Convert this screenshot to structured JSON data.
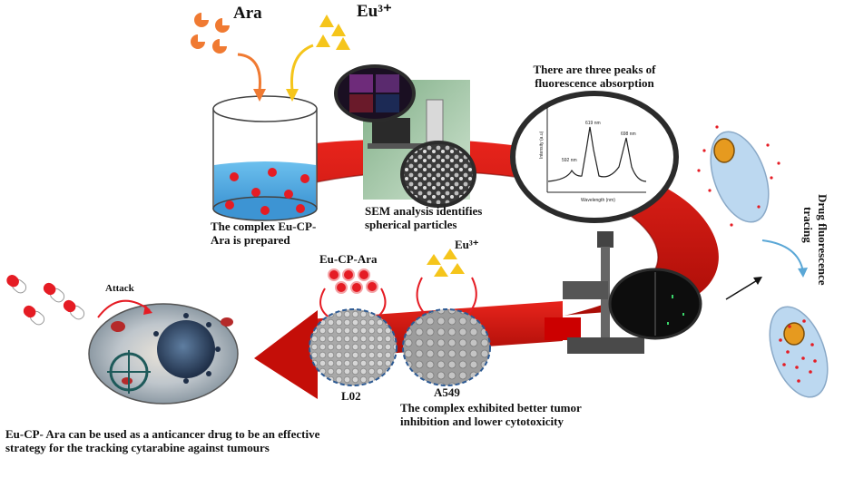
{
  "labels": {
    "ara": "Ara",
    "eu_top": "Eu³⁺",
    "complex_prepared": "The complex Eu-CP-Ara is prepared",
    "sem": "SEM analysis identifies spherical particles",
    "peaks": "There are three peaks of fluorescence absorption",
    "drug_tracing": "Drug fluorescence tracing",
    "eu_cp_ara": "Eu-CP-Ara",
    "eu_mid": "Eu³⁺",
    "attack": "Attack",
    "l02": "L02",
    "a549": "A549",
    "complex_exhibited": "The complex exhibited better tumor inhibition and lower cytotoxicity",
    "conclusion": "Eu-CP- Ara can be used as a anticancer drug to be an effective strategy for the tracking cytarabine against tumours"
  },
  "spectrum": {
    "peak_labels": [
      "592 nm",
      "619 nm",
      "698 nm"
    ],
    "xlabel": "Wavelength (nm)",
    "ylabel": "Intensity (a.u)"
  },
  "colors": {
    "arrow_red": "#d2100c",
    "arrow_dark": "#8a0804",
    "ara_orange": "#f07a32",
    "eu_yellow": "#f5c51b",
    "liquid_blue": "#5aaee3",
    "particle_red": "#e51c24",
    "cell_blue": "#bcd8f0",
    "nucleus_orange": "#e69a1f"
  }
}
